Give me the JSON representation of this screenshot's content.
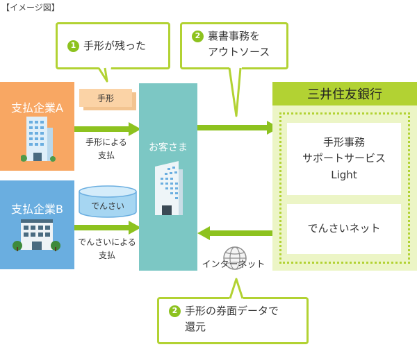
{
  "caption": "【イメージ図】",
  "callouts": {
    "c1": {
      "num": "1",
      "text": "手形が残った"
    },
    "c2": {
      "num": "2",
      "line1": "裏書事務を",
      "line2": "アウトソース"
    },
    "c3": {
      "num": "2",
      "line1": "手形の券面データで",
      "line2": "還元"
    }
  },
  "company_a": {
    "title": "支払企業A"
  },
  "company_b": {
    "title": "支払企業B"
  },
  "tegata_tag": "手形",
  "densai_tag": "でんさい",
  "arrow_a_label": {
    "line1": "手形による",
    "line2": "支払"
  },
  "arrow_b_label": {
    "line1": "でんさいによる",
    "line2": "支払"
  },
  "client": {
    "title": "お客さま"
  },
  "internet_label": "インターネット",
  "bank": {
    "name": "三井住友銀行",
    "service1": {
      "line1": "手形事務",
      "line2": "サポートサービス",
      "line3": "Light"
    },
    "service2": "でんさいネット"
  },
  "colors": {
    "green_accent": "#b2d233",
    "orange": "#f8a763",
    "blue": "#6aaee0",
    "teal": "#7cc7c4",
    "arrow_green": "#8dc21f"
  }
}
